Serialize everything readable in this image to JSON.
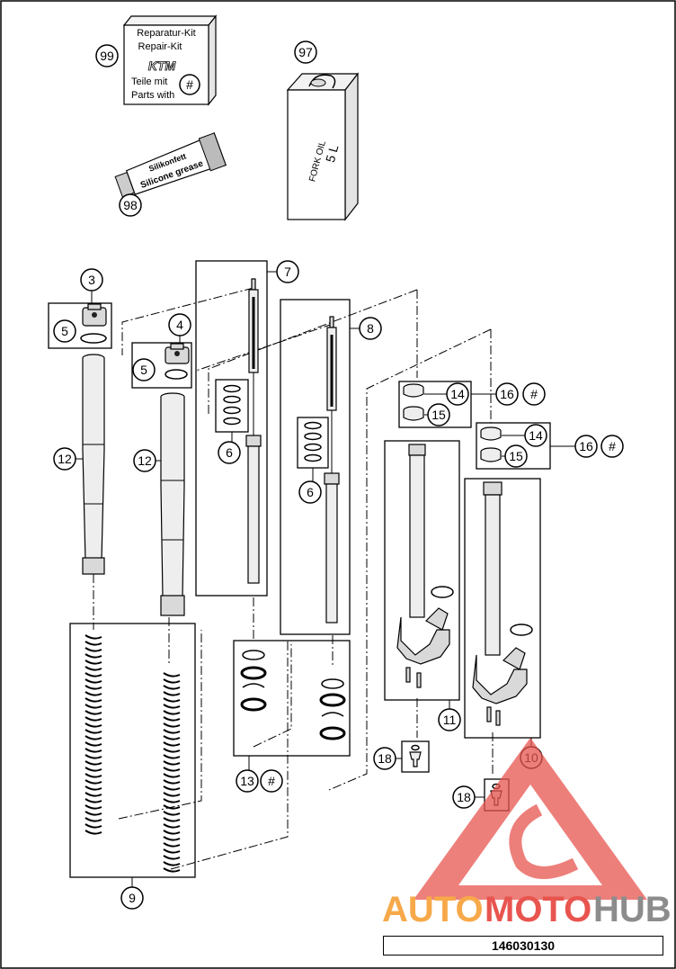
{
  "repair_kit": {
    "line1": "Reparatur-Kit",
    "line2": "Repair-Kit",
    "logo": "KTM",
    "line3": "Teile mit",
    "line4": "Parts with",
    "marker": "#"
  },
  "fork_oil": {
    "label1": "FORK OIL",
    "label2": "5 L"
  },
  "grease": {
    "label1": "Silikonfett",
    "label2": "Silicone grease"
  },
  "callouts": {
    "c99": "99",
    "c97": "97",
    "c98": "98",
    "c3": "3",
    "c5a": "5",
    "c4": "4",
    "c5b": "5",
    "c7": "7",
    "c8": "8",
    "c6a": "6",
    "c6b": "6",
    "c12a": "12",
    "c12b": "12",
    "c14a": "14",
    "c15a": "15",
    "c16a": "16",
    "h16a": "#",
    "c14b": "14",
    "c15b": "15",
    "c16b": "16",
    "h16b": "#",
    "c11": "11",
    "c10": "10",
    "c13": "13",
    "h13": "#",
    "c18a": "18",
    "c18b": "18",
    "c9": "9"
  },
  "watermark": {
    "part1": "AUTO",
    "part2": "MOTO",
    "part3": "HUB"
  },
  "catalog_number": "146030130",
  "colors": {
    "watermark_red": "#e8554f",
    "watermark_orange": "#f7a94a",
    "watermark_gray": "#8c8c8c"
  }
}
